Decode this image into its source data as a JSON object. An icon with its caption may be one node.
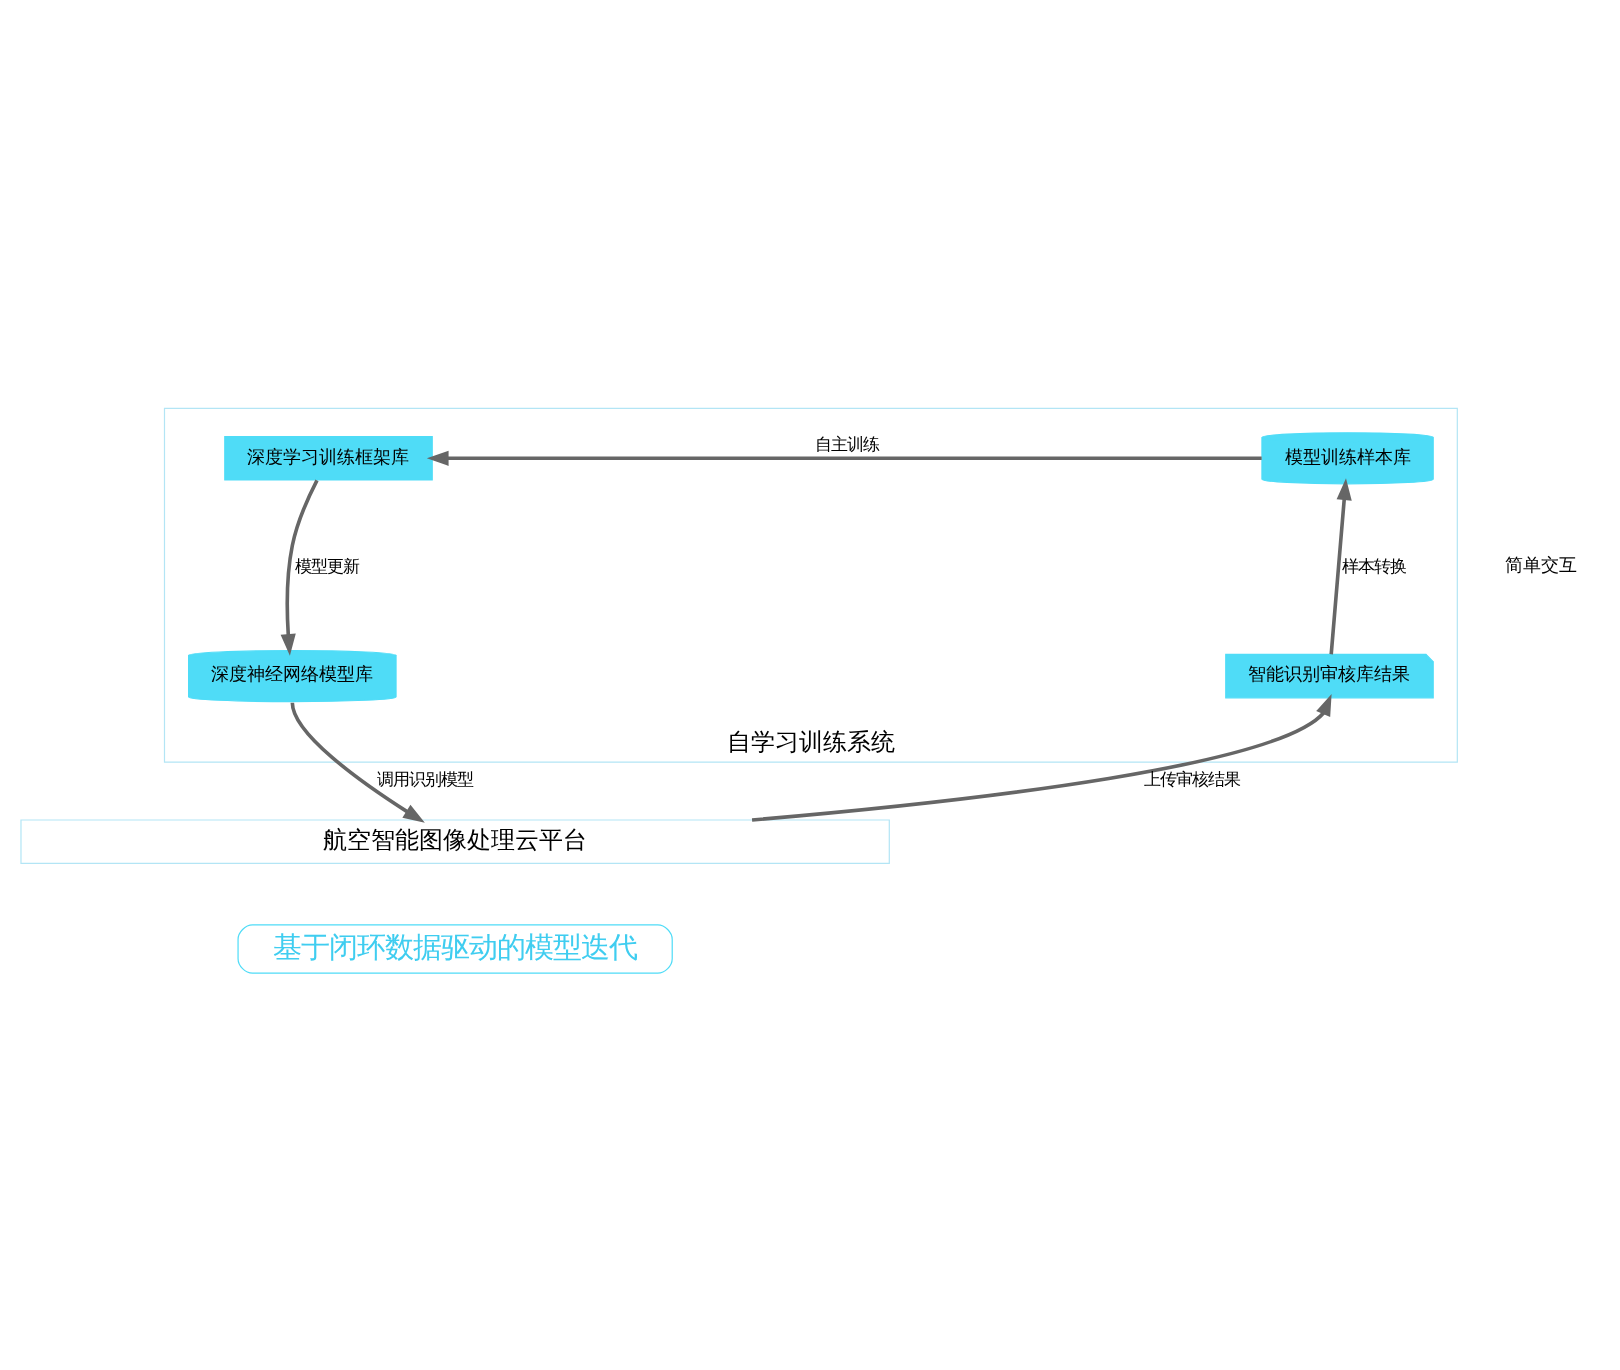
{
  "diagram": {
    "nodes": [
      {
        "text": [
          "自学习训练系统"
        ]
      },
      {
        "text": [
          "模型训练样本库"
        ],
        "in": 0
      },
      {
        "text": [
          "深度学习训练框架库"
        ],
        "in": 0
      },
      {
        "text": [
          "深度神经网络模型库"
        ],
        "in": 0
      },
      {
        "text": [
          "智能识别审核库结果"
        ],
        "in": 0
      },
      {
        "text": [
          "航空智能图像处理云平台"
        ]
      },
      {
        "text": [
          "基于闭环数据驱动的模型迭代"
        ]
      }
    ],
    "edges": [
      {
        "from": 1,
        "to": 2,
        "arrow": "to",
        "label": "自主训练"
      },
      {
        "from": 2,
        "to": 3,
        "arrow": "to",
        "label": "模型更新"
      },
      {
        "from": 4,
        "to": 1,
        "arrow": "to",
        "label": "样本转换"
      },
      {
        "from": 5,
        "to": 4,
        "arrow": "to",
        "label": "上传审核结果"
      },
      {
        "from": 3,
        "to": 5,
        "arrow": "to",
        "label": "调用识别模型"
      }
    ],
    "labels": [
      "简单交互"
    ]
  }
}
